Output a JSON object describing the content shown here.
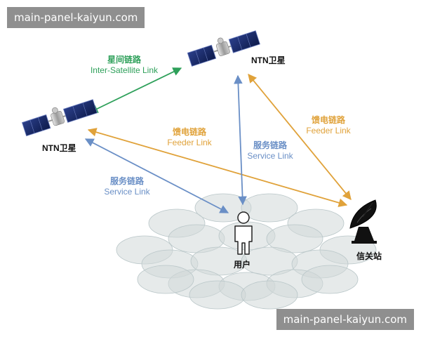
{
  "watermark": {
    "top": "main-panel-kaiyun.com",
    "bottom": "main-panel-kaiyun.com"
  },
  "nodes": {
    "satellite_top": "NTN卫星",
    "satellite_left": "NTN卫星",
    "user": "用户",
    "ground_station": "信关站"
  },
  "links": {
    "inter_satellite": {
      "zh": "星间链路",
      "en": "Inter-Satellite Link"
    },
    "feeder_left": {
      "zh": "馈电链路",
      "en": "Feeder Link"
    },
    "feeder_right": {
      "zh": "馈电链路",
      "en": "Feeder Link"
    },
    "service_left": {
      "zh": "服务链路",
      "en": "Service Link"
    },
    "service_right": {
      "zh": "服务链路",
      "en": "Service Link"
    }
  },
  "colors": {
    "inter_satellite": "#2ea05a",
    "feeder": "#e0a23a",
    "service": "#6a8fc6",
    "cell_fill": "#d2d8d8",
    "cell_stroke": "#b9c6c8"
  },
  "icons": [
    "satellite-icon",
    "person-icon",
    "dish-antenna-icon"
  ]
}
